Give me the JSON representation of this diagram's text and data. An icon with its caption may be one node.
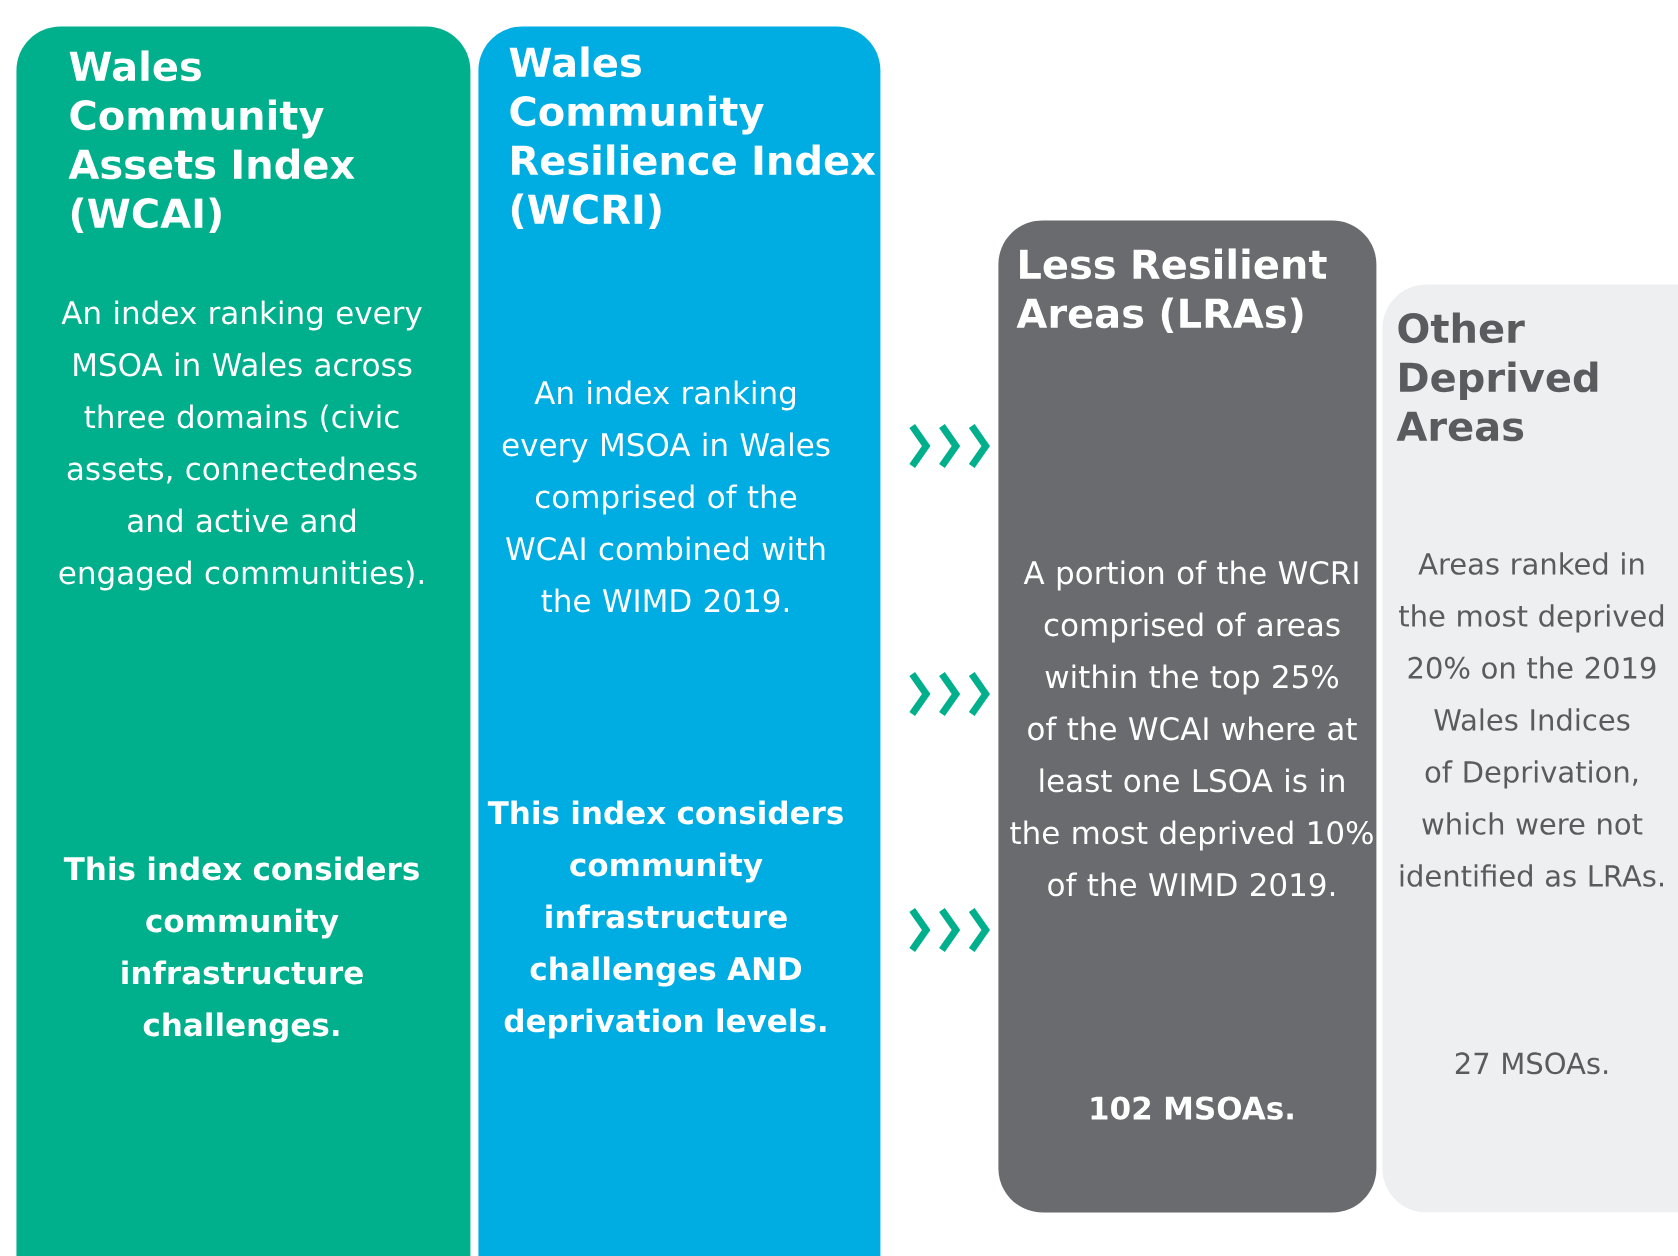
{
  "diagram": {
    "nodes": [
      {
        "text": [
          "Wales Community Assets Index (WCAI)",
          "An index ranking every MSOA in Wales across three domains (civic assets, connectedness and active and engaged communities).",
          "This index considers community infrastructure challenges."
        ]
      },
      {
        "text": [
          "Wales Community Resilience Index (WCRI)",
          "An index ranking every MSOA in Wales comprised of the WCAI combined with the WIMD 2019.",
          "This index considers community infrastructure challenges AND deprivation levels."
        ]
      },
      {
        "text": [
          "Less Resilient Areas (LRAs)",
          "A portion of the WCRI comprised of areas within the top 25% of the WCAI where at least one LSOA is in the most deprived 10% of the WIMD 2019.",
          "102 MSOAs."
        ]
      },
      {
        "text": [
          "Other Deprived Areas",
          "Areas ranked in the most deprived 20% on the 2019 Wales Indices of Deprivation, which were not identified as LRAs.",
          "27 MSOAs."
        ]
      }
    ],
    "edges": [
      {
        "from": 1,
        "to": 2,
        "arrow": "to"
      },
      {
        "from": 1,
        "to": 2,
        "arrow": "to"
      },
      {
        "from": 1,
        "to": 2,
        "arrow": "to"
      }
    ]
  }
}
